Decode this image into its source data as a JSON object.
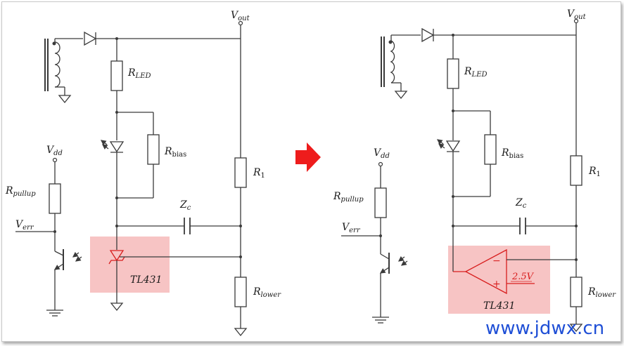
{
  "labels": {
    "vout": "V",
    "vout_sub": "out",
    "rled": "R",
    "rled_sub": "LED",
    "rbias": "R",
    "rbias_sub": "bias",
    "r1": "R",
    "r1_sub": "1",
    "zc": "Z",
    "zc_sub": "c",
    "rlower": "R",
    "rlower_sub": "lower",
    "vdd": "V",
    "vdd_sub": "dd",
    "rpullup": "R",
    "rpullup_sub": "pullup",
    "verr": "V",
    "verr_sub": "err",
    "tl431": "TL431",
    "ref": "2.5V",
    "plus": "+",
    "minus": "−"
  },
  "watermark": "www.jdwx.cn",
  "colors": {
    "highlight": "#f7c4c4",
    "red": "#d81e1e",
    "arrow": "#ee1c1c",
    "watermark": "#1f4fd6"
  }
}
